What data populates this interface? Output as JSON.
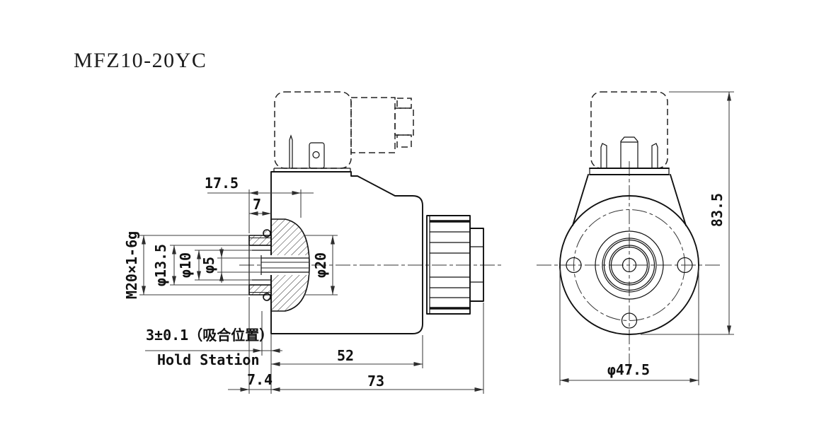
{
  "title": "MFZ10-20YC",
  "side_view": {
    "dim_17_5": "17.5",
    "dim_7": "7",
    "dim_m20": "M20×1-6g",
    "dim_13_5": "φ13.5",
    "dim_10": "φ10",
    "dim_5": "φ5",
    "dim_20": "φ20",
    "stroke_note_cn": "3±0.1（吸合位置）",
    "stroke_note_en": "Hold Station",
    "dim_7_4": "7.4",
    "dim_52": "52",
    "dim_73": "73"
  },
  "front_view": {
    "dim_83_5": "83.5",
    "dim_47_5": "φ47.5"
  },
  "colors": {
    "line": "#111111",
    "dimension": "#3c3c3c",
    "background": "#ffffff"
  }
}
